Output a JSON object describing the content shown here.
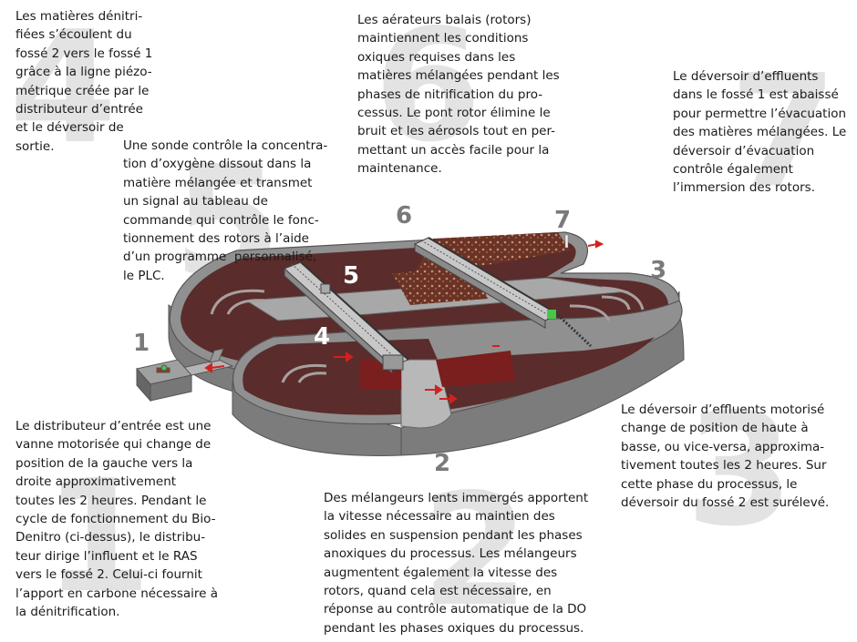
{
  "background_numbers": {
    "b4": "4",
    "b6": "6",
    "b5": "5",
    "b7": "7",
    "b3": "3",
    "b1": "1",
    "b2": "2"
  },
  "texts": {
    "step4": "Les matières dénitri-\nfiées s’écoulent du\nfossé 2 vers le fossé 1\ngrâce à la ligne piézo-\nmétrique créée par le\ndistributeur d’entrée\net le déversoir de\nsortie.",
    "step6": "Les aérateurs balais (rotors)\nmaintiennent les conditions\noxiques requises dans les\nmatières mélangées pendant les\nphases de nitrification du pro-\ncessus. Le pont rotor élimine le\nbruit et les aérosols tout en per-\nmettant un accès facile pour la\nmaintenance.",
    "step7": "Le déversoir d’effluents\ndans le fossé 1 est abaissé\npour permettre l’évacuation\ndes matières mélangées. Le\ndéversoir d’évacuation\ncontrôle également\nl’immersion des rotors.",
    "step5": "Une sonde contrôle la concentra-\ntion d’oxygène dissout dans la\nmatière mélangée et transmet\nun signal au tableau de\ncommande qui contrôle le fonc-\ntionnement des rotors à l’aide\nd’un programme  personnalisé,\nle PLC.",
    "step1": "Le distributeur d’entrée est une\nvanne motorisée qui change de\nposition de la gauche vers la\ndroite approximativement\ntoutes les 2 heures. Pendant le\ncycle de fonctionnement du Bio-\nDenitro (ci-dessus), le distribu-\nteur dirige l’influent et le RAS\nvers le fossé 2. Celui-ci fournit\nl’apport en carbone nécessaire à\nla dénitrification.",
    "step3": "Le déversoir d’effluents motorisé\nchange de position de haute à\nbasse, ou vice-versa, approxima-\ntivement toutes les 2 heures. Sur\ncette phase du processus, le\ndéversoir du fossé 2 est surélevé.",
    "step2": "Des mélangeurs lents immergés apportent\nla vitesse nécessaire au maintien des\nsolides en suspension pendant les phases\nanoxiques du processus. Les mélangeurs\naugmentent également la vitesse des\nrotors, quand cela est nécessaire, en\nréponse au contrôle automatique de la DO\npendant les phases oxiques du processus."
  },
  "callouts": {
    "n6": "6",
    "n7": "7",
    "n5": "5",
    "n3": "3",
    "n1": "1",
    "n4": "4",
    "n2": "2"
  },
  "colors": {
    "liquid": "#5a2c2c",
    "wall": "#8c8c8c",
    "wall_dark": "#5e5e5e",
    "indicator_green": "#46c846",
    "arrow_red": "#d42020"
  }
}
